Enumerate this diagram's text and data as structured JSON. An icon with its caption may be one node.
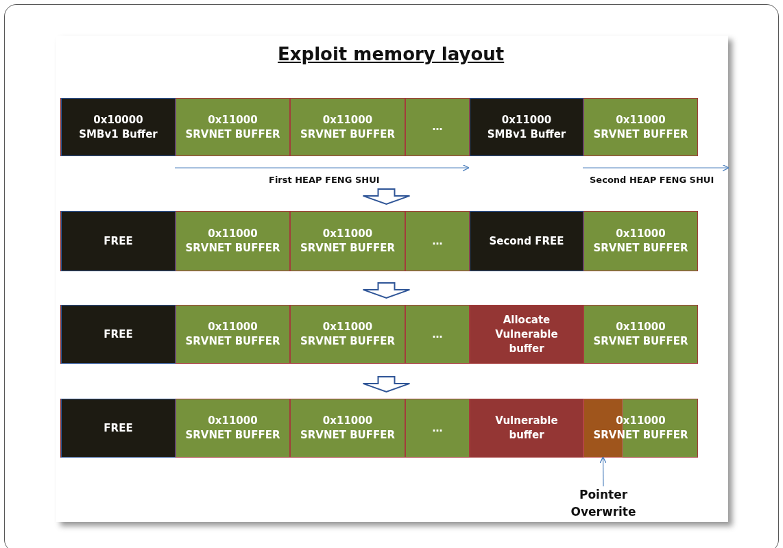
{
  "diagram": {
    "title": "Exploit memory layout",
    "nodes": [
      {
        "text": [],
        "shape": "bar"
      },
      {
        "text": [
          "0x10000",
          "SMBv1 Buffer"
        ],
        "in": 0
      },
      {
        "text": [
          "0x11000",
          "SRVNET BUFFER"
        ],
        "in": 0
      },
      {
        "text": [
          "0x11000",
          "SRVNET BUFFER"
        ],
        "in": 0
      },
      {
        "text": [
          "…"
        ],
        "in": 0
      },
      {
        "text": [
          "0x11000",
          "SMBv1 Buffer"
        ],
        "in": 0
      },
      {
        "text": [
          "0x11000",
          "SRVNET BUFFER"
        ],
        "in": 0
      },
      {
        "text": [],
        "shape": "bar"
      },
      {
        "text": [
          "FREE"
        ],
        "in": 7
      },
      {
        "text": [
          "0x11000",
          "SRVNET BUFFER"
        ],
        "in": 7
      },
      {
        "text": [
          "0x11000",
          "SRVNET BUFFER"
        ],
        "in": 7
      },
      {
        "text": [
          "…"
        ],
        "in": 7
      },
      {
        "text": [
          "Second FREE"
        ],
        "in": 7
      },
      {
        "text": [
          "0x11000",
          "SRVNET BUFFER"
        ],
        "in": 7
      },
      {
        "text": [],
        "shape": "bar"
      },
      {
        "text": [
          "FREE"
        ],
        "in": 14
      },
      {
        "text": [
          "0x11000",
          "SRVNET BUFFER"
        ],
        "in": 14
      },
      {
        "text": [
          "0x11000",
          "SRVNET BUFFER"
        ],
        "in": 14
      },
      {
        "text": [
          "…"
        ],
        "in": 14
      },
      {
        "text": [
          "Allocate Vulnerable buffer"
        ],
        "in": 14
      },
      {
        "text": [
          "0x11000",
          "SRVNET BUFFER"
        ],
        "in": 14
      },
      {
        "text": [],
        "shape": "bar"
      },
      {
        "text": [
          "FREE"
        ],
        "in": 21
      },
      {
        "text": [
          "0x11000",
          "SRVNET BUFFER"
        ],
        "in": 21
      },
      {
        "text": [
          "0x11000",
          "SRVNET BUFFER"
        ],
        "in": 21
      },
      {
        "text": [
          "…"
        ],
        "in": 21
      },
      {
        "text": [
          "Vulnerable buffer"
        ],
        "in": 21
      },
      {
        "text": [
          "0x11000",
          "SRVNET BUFFER"
        ],
        "in": 21
      },
      {
        "text": [],
        "shape": "box",
        "in": 27
      },
      {
        "text": [
          "Pointer Overwrite"
        ]
      }
    ],
    "edges": [
      {
        "from": 0,
        "to": 7,
        "arrow": "to"
      },
      {
        "from": 7,
        "to": 14,
        "arrow": "to"
      },
      {
        "from": 14,
        "to": 21,
        "arrow": "to"
      },
      {
        "from": 29,
        "to": 28,
        "arrow": "to"
      }
    ],
    "labels": [
      "First HEAP FENG SHUI",
      "Second HEAP FENG SHUI"
    ]
  }
}
